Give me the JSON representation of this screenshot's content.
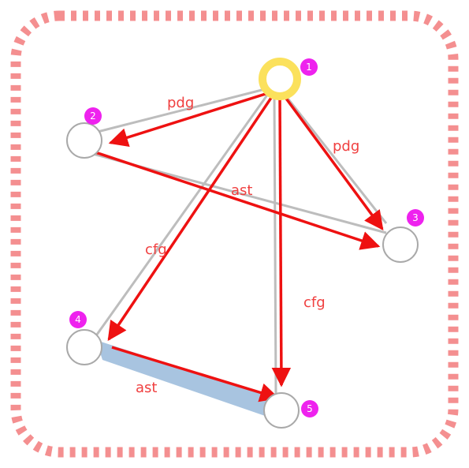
{
  "graph": {
    "nodes": [
      {
        "id": "1",
        "label": "1",
        "selected": true
      },
      {
        "id": "2",
        "label": "2",
        "selected": false
      },
      {
        "id": "3",
        "label": "3",
        "selected": false
      },
      {
        "id": "4",
        "label": "4",
        "selected": false
      },
      {
        "id": "5",
        "label": "5",
        "selected": false
      }
    ],
    "edges": [
      {
        "from": "1",
        "to": "2",
        "label": "pdg",
        "style": "arrow"
      },
      {
        "from": "1",
        "to": "3",
        "label": "pdg",
        "style": "arrow"
      },
      {
        "from": "2",
        "to": "3",
        "label": "ast",
        "style": "arrow"
      },
      {
        "from": "1",
        "to": "4",
        "label": "cfg",
        "style": "arrow"
      },
      {
        "from": "1",
        "to": "5",
        "label": "cfg",
        "style": "arrow"
      },
      {
        "from": "4",
        "to": "5",
        "label": "ast",
        "style": "arrow-highlighted"
      }
    ]
  },
  "colors": {
    "frame_dash": "#f48f90",
    "arrow": "#ee1111",
    "edge_shadow": "#bdbdbd",
    "edge_label": "#f04040",
    "badge": "#ee22ee",
    "node_stroke": "#a9a9a9",
    "selected_node": "#fbe15c",
    "highlight_edge": "#a8c4e0"
  }
}
